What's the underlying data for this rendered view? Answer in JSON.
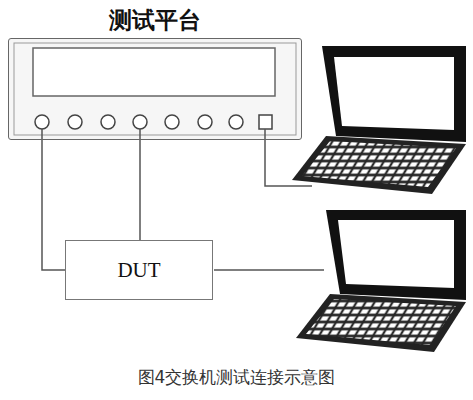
{
  "diagram": {
    "caption": "图4交换机测试连接示意图",
    "nodes": [
      {
        "text": [
          "测试平台"
        ]
      },
      {
        "text": [
          "DUT"
        ]
      }
    ],
    "edges": [
      {
        "from": 0,
        "to": 1,
        "arrow": "none"
      },
      {
        "from": 0,
        "to": 1,
        "arrow": "none"
      }
    ]
  }
}
